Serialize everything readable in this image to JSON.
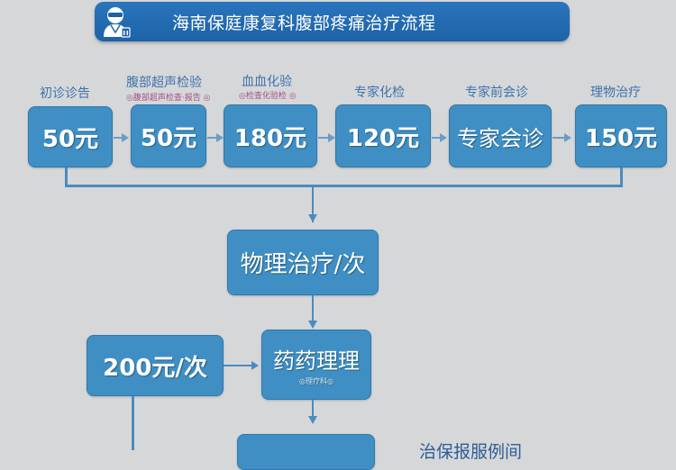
{
  "header": {
    "title": "海南保庭康复科腹部疼痛治疗流程",
    "icon": "doctor-icon",
    "color": "#1d62a6"
  },
  "steps": [
    {
      "label": "初诊诊告",
      "sub": "",
      "value": "50元"
    },
    {
      "label": "腹部超声检验",
      "sub": "◎腹部超声检查·报告 ◎",
      "value": "50元"
    },
    {
      "label": "血血化验",
      "sub": "◎检查化验检 ◎",
      "value": "180元"
    },
    {
      "label": "专家化检",
      "sub": "",
      "value": "120元"
    },
    {
      "label": "专家前会诊",
      "sub": "",
      "value": "专家会诊"
    },
    {
      "label": "理物治疗",
      "sub": "",
      "value": "150元"
    }
  ],
  "merge_node": {
    "value": "物理治疗/次"
  },
  "left_node": {
    "value": "200元/次"
  },
  "right_node": {
    "value": "药药理理",
    "sub": "◎理疗科◎"
  },
  "bottom_note": "治保报服例间",
  "colors": {
    "box": "#3f8fc4",
    "line": "#4a8cc0",
    "background": "#d6d7d9",
    "label": "#3c73ab"
  }
}
